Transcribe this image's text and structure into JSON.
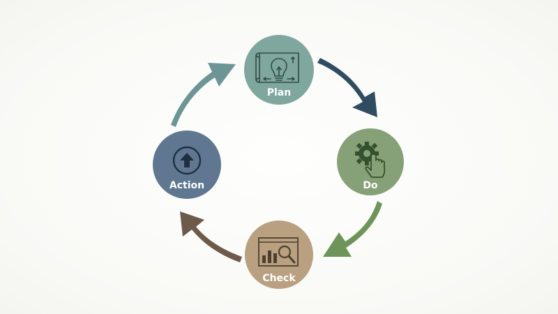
{
  "diagram": {
    "type": "cycle",
    "nodes": [
      {
        "id": "plan",
        "label": "Plan",
        "icon": "blueprint-lightbulb-icon",
        "color": "#7fa79d"
      },
      {
        "id": "do",
        "label": "Do",
        "icon": "gear-hand-icon",
        "color": "#86a177"
      },
      {
        "id": "check",
        "label": "Check",
        "icon": "chart-magnifier-icon",
        "color": "#b8a080"
      },
      {
        "id": "action",
        "label": "Action",
        "icon": "up-arrow-icon",
        "color": "#5f7790"
      }
    ],
    "arrows": [
      {
        "from": "plan",
        "to": "do",
        "color": "#2f4c60"
      },
      {
        "from": "do",
        "to": "check",
        "color": "#6f9459"
      },
      {
        "from": "check",
        "to": "action",
        "color": "#6d5a4b"
      },
      {
        "from": "action",
        "to": "plan",
        "color": "#6d9595"
      }
    ]
  }
}
